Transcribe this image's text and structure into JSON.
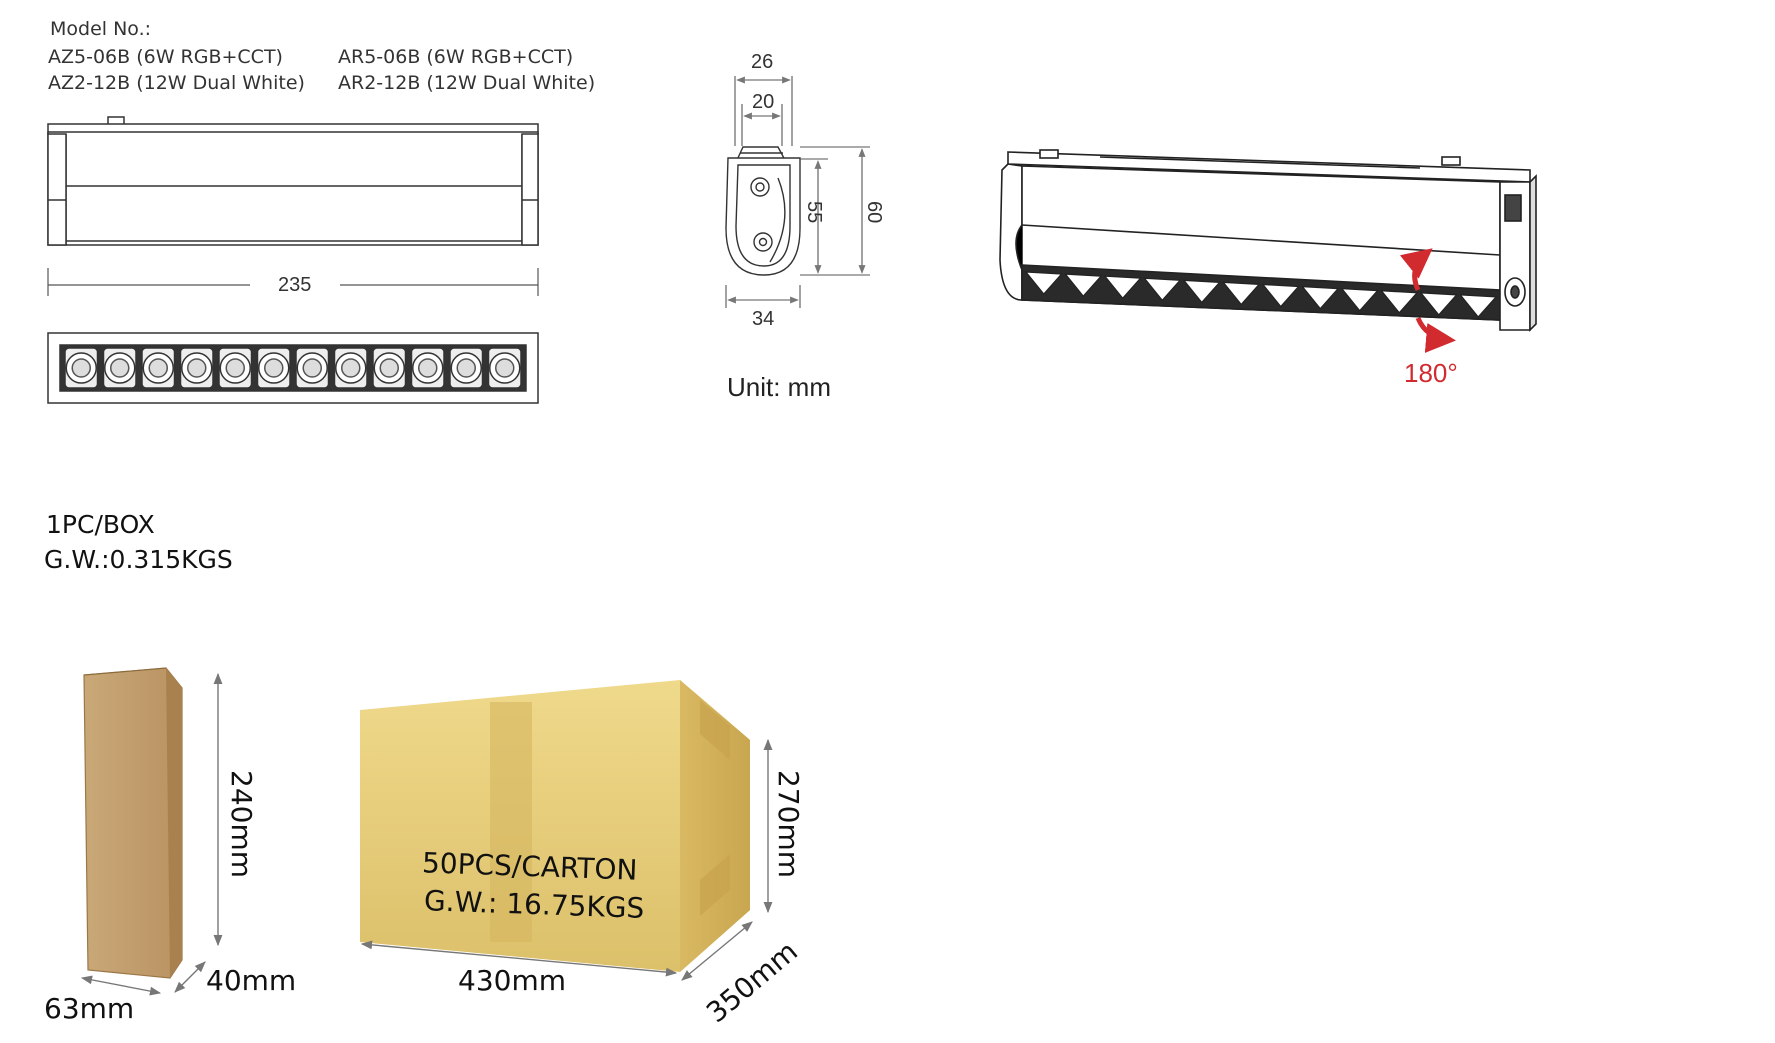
{
  "models": {
    "heading": "Model No.:",
    "left": [
      "AZ5-06B (6W RGB+CCT)",
      "AZ2-12B (12W Dual White)"
    ],
    "right": [
      "AR5-06B (6W RGB+CCT)",
      "AR2-12B (12W Dual White)"
    ]
  },
  "front_view": {
    "length_label": "235",
    "led_count": 12
  },
  "side_view": {
    "top_outer": "26",
    "top_inner": "20",
    "height_inner": "55",
    "height_outer": "60",
    "bottom_width": "34"
  },
  "unit_label": "Unit: mm",
  "rotation_label": "180°",
  "single_box": {
    "qty": "1PC/BOX",
    "weight": "G.W.:0.315KGS",
    "height": "240mm",
    "depth": "40mm",
    "width": "63mm"
  },
  "carton": {
    "qty": "50PCS/CARTON",
    "weight": "G.W.: 16.75KGS",
    "height": "270mm",
    "width": "430mm",
    "depth": "350mm"
  },
  "colors": {
    "accent": "#d12a2f",
    "kraft": "#c79f6e",
    "carton": "#e8cf7a"
  }
}
